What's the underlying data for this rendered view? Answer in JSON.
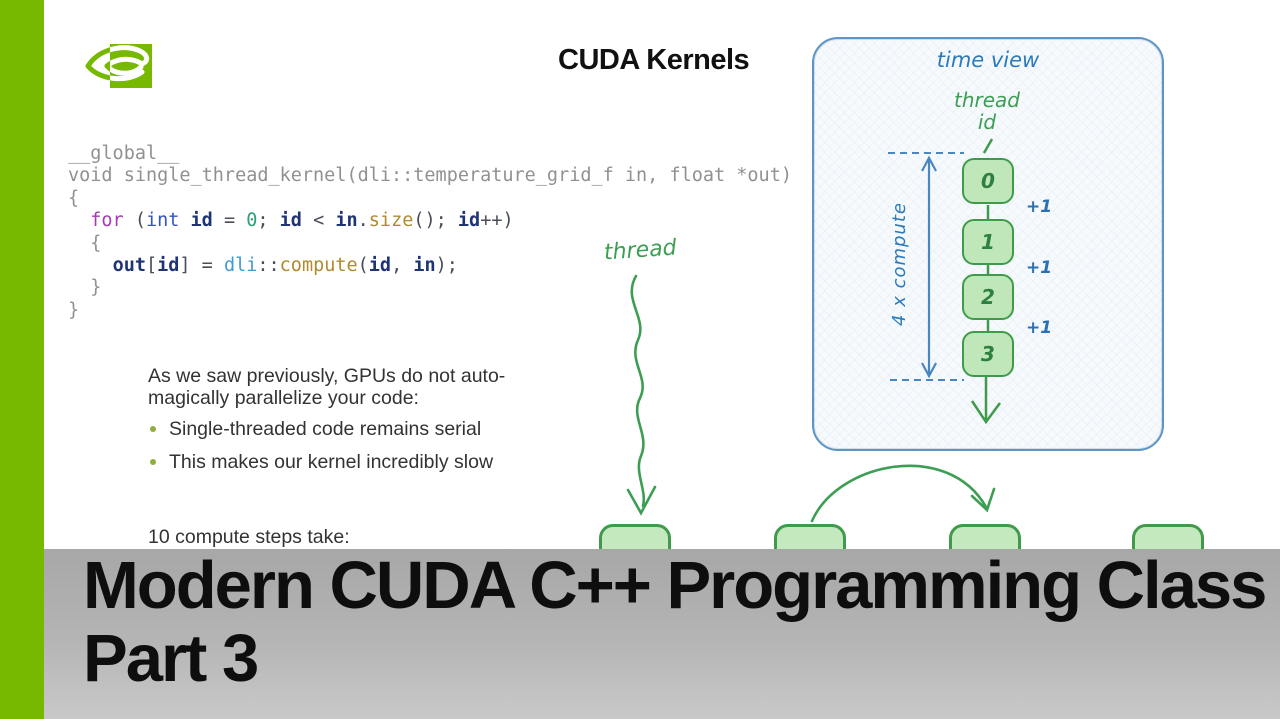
{
  "slide": {
    "title": "CUDA Kernels",
    "code": {
      "lines": [
        [
          {
            "t": "__global__",
            "c": "dim"
          }
        ],
        [
          {
            "t": "void single_thread_kernel(dli::temperature_grid_f in, float *out)",
            "c": "dim"
          }
        ],
        [
          {
            "t": "{",
            "c": "dim"
          }
        ],
        [
          {
            "t": "  ",
            "c": "plain"
          },
          {
            "t": "for",
            "c": "kw"
          },
          {
            "t": " (",
            "c": "plain"
          },
          {
            "t": "int",
            "c": "type"
          },
          {
            "t": " ",
            "c": "plain"
          },
          {
            "t": "id",
            "c": "var"
          },
          {
            "t": " = ",
            "c": "plain"
          },
          {
            "t": "0",
            "c": "num"
          },
          {
            "t": "; ",
            "c": "plain"
          },
          {
            "t": "id",
            "c": "var"
          },
          {
            "t": " < ",
            "c": "plain"
          },
          {
            "t": "in",
            "c": "var"
          },
          {
            "t": ".",
            "c": "plain"
          },
          {
            "t": "size",
            "c": "fn"
          },
          {
            "t": "(); ",
            "c": "plain"
          },
          {
            "t": "id",
            "c": "var"
          },
          {
            "t": "++)",
            "c": "plain"
          }
        ],
        [
          {
            "t": "  {",
            "c": "dim"
          }
        ],
        [
          {
            "t": "    ",
            "c": "plain"
          },
          {
            "t": "out",
            "c": "var"
          },
          {
            "t": "[",
            "c": "plain"
          },
          {
            "t": "id",
            "c": "var"
          },
          {
            "t": "] = ",
            "c": "plain"
          },
          {
            "t": "dli",
            "c": "ns"
          },
          {
            "t": "::",
            "c": "plain"
          },
          {
            "t": "compute",
            "c": "fn"
          },
          {
            "t": "(",
            "c": "plain"
          },
          {
            "t": "id",
            "c": "var"
          },
          {
            "t": ", ",
            "c": "plain"
          },
          {
            "t": "in",
            "c": "var"
          },
          {
            "t": ");",
            "c": "plain"
          }
        ],
        [
          {
            "t": "  }",
            "c": "dim"
          }
        ],
        [
          {
            "t": "}",
            "c": "dim"
          }
        ]
      ]
    },
    "body": {
      "para_lines": [
        "As we saw previously, GPUs do not auto-",
        "magically parallelize your code:"
      ],
      "bullets": [
        "Single-threaded code remains serial",
        "This makes our kernel incredibly slow"
      ],
      "footer_line": "10 compute steps take:"
    },
    "thread_label": "thread",
    "diagram": {
      "title": "time view",
      "axis_label_line1": "thread",
      "axis_label_line2": "id",
      "measure_label": "4 x compute",
      "thread_ids": [
        "0",
        "1",
        "2",
        "3"
      ],
      "increment_labels": [
        "+1",
        "+1",
        "+1"
      ]
    },
    "bottom_row": {
      "box_count": 4
    }
  },
  "banner": {
    "line1": "Modern CUDA C++ Programming Class",
    "line2": "Part 3"
  },
  "icons": {
    "logo": "nvidia-logo"
  },
  "colors": {
    "nvidia_green": "#76b900",
    "banner_bg_top": "#a7a7a7",
    "banner_bg_bottom": "#c9c9c9",
    "banner_text": "#0e0e0e",
    "panel_border": "#5e95c3",
    "ink_blue": "#2b7abc",
    "ink_green": "#3d9e53",
    "box_fill": "#bfe7ba",
    "box_border": "#3f9b4a",
    "code_tokens": {
      "dim": "#919191",
      "plain": "#4a4d57",
      "keyword": "#a43bb0",
      "type": "#3355c9",
      "variable": "#1f3474",
      "number": "#2aa17c",
      "function": "#b08a2e",
      "namespace": "#3f9bd0"
    }
  }
}
